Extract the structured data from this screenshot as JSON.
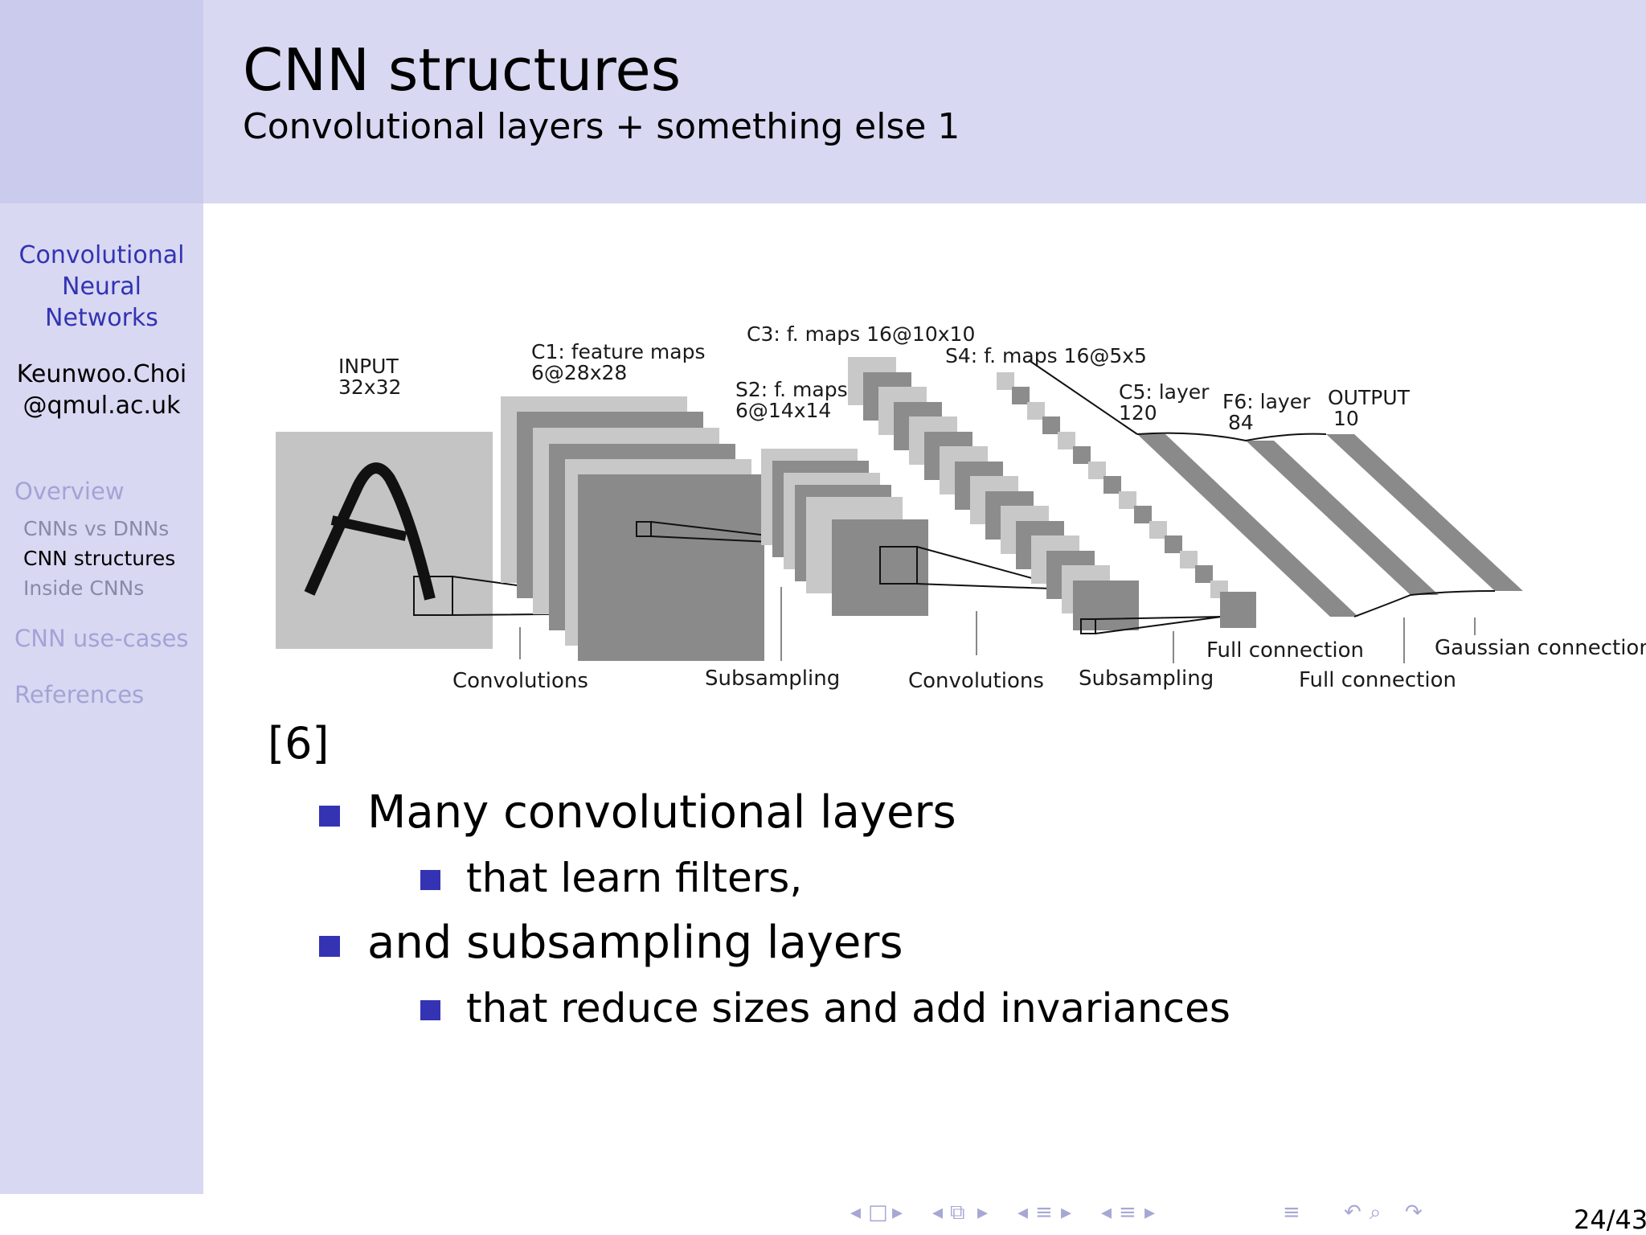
{
  "slide": {
    "title": "CNN structures",
    "subtitle": "Convolutional layers + something else 1",
    "citation": "[6]",
    "page_number": "24/43"
  },
  "sidebar": {
    "presentation_title": [
      "Convolutional",
      "Neural",
      "Networks"
    ],
    "author": [
      "Keunwoo.Choi",
      "@qmul.ac.uk"
    ],
    "sections": {
      "overview": "Overview",
      "cnns_vs_dnns": "CNNs vs DNNs",
      "cnn_structures": "CNN structures",
      "inside_cnns": "Inside CNNs",
      "cnn_use_cases": "CNN use-cases",
      "references": "References"
    }
  },
  "figure": {
    "labels": {
      "input_1": "INPUT",
      "input_2": "32x32",
      "c1_1": "C1: feature maps",
      "c1_2": "6@28x28",
      "s2_1": "S2: f. maps",
      "s2_2": "6@14x14",
      "c3": "C3: f. maps 16@10x10",
      "s4": "S4: f. maps 16@5x5",
      "c5_1": "C5: layer",
      "c5_2": "120",
      "f6_1": "F6: layer",
      "f6_2": "84",
      "out_1": "OUTPUT",
      "out_2": "10",
      "conv_1": "Convolutions",
      "sub_1": "Subsampling",
      "conv_2": "Convolutions",
      "sub_2": "Subsampling",
      "full_1": "Full connection",
      "full_2": "Full connection",
      "gauss": "Gaussian connections"
    }
  },
  "bullets": [
    {
      "text": "Many convolutional layers",
      "children": [
        "that learn filters,"
      ]
    },
    {
      "text": "and subsampling layers",
      "children": [
        "that reduce sizes and add invariances"
      ]
    }
  ],
  "colors": {
    "accent": "#3333b3",
    "header_bg": "#d8d8f2",
    "sidebar_bg": "#d8d8f2",
    "sidebar_corner": "#cbcbed"
  }
}
